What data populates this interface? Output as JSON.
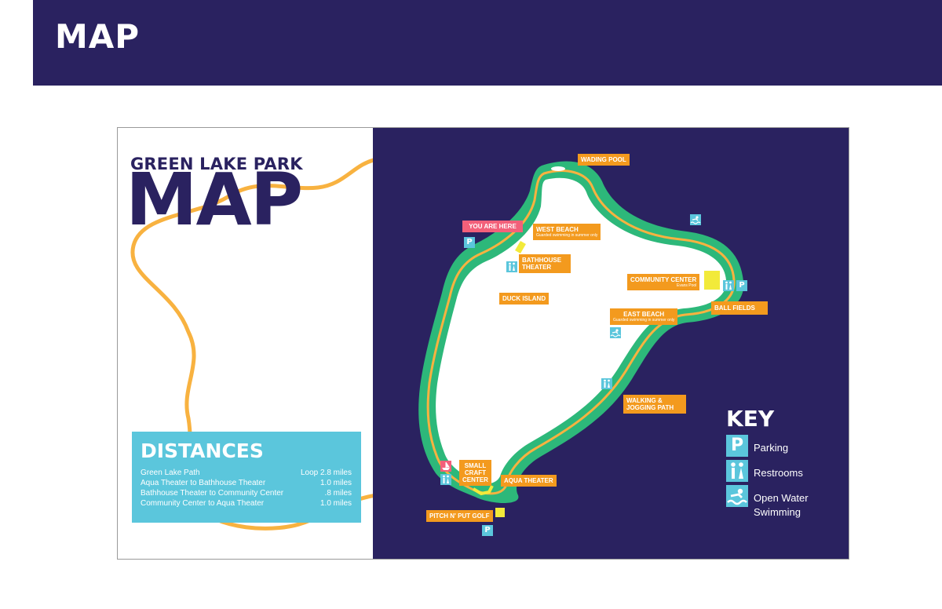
{
  "header": {
    "title": "MAP",
    "background": "#2a2260"
  },
  "poster": {
    "subtitle": "GREEN LAKE PARK",
    "big_title": "MAP",
    "distances": {
      "title": "DISTANCES",
      "rows": [
        {
          "route": "Green Lake Path",
          "distance": "Loop 2.8 miles"
        },
        {
          "route": "Aqua Theater to Bathhouse Theater",
          "distance": "1.0 miles"
        },
        {
          "route": "Bathhouse Theater to Community Center",
          "distance": ".8 miles"
        },
        {
          "route": "Community Center to Aqua Theater",
          "distance": "1.0 miles"
        }
      ]
    },
    "labels": {
      "wading_pool": "WADING POOL",
      "you_are_here": "YOU ARE HERE",
      "west_beach": "WEST BEACH",
      "west_beach_sub": "Guarded swimming in summer only",
      "bathhouse_1": "BATHHOUSE",
      "bathhouse_2": "THEATER",
      "community_center": "COMMUNITY CENTER",
      "community_center_sub": "Evans Pool",
      "duck_island": "DUCK ISLAND",
      "ball_fields": "BALL FIELDS",
      "east_beach": "EAST BEACH",
      "east_beach_sub": "Guarded swimming in summer only",
      "walking_1": "WALKING &",
      "walking_2": "JOGGING PATH",
      "small_craft_1": "SMALL",
      "small_craft_2": "CRAFT",
      "small_craft_3": "CENTER",
      "aqua_theater": "AQUA THEATER",
      "pitch_putt": "PITCH N' PUT GOLF"
    },
    "icons": {
      "parking_glyph": "P"
    },
    "key": {
      "title": "KEY",
      "items": [
        {
          "glyph": "P",
          "icon": "parking-icon",
          "label": "Parking"
        },
        {
          "icon": "restroom-icon",
          "label": "Restrooms"
        },
        {
          "icon": "swimming-icon",
          "label": "Open Water Swimming"
        }
      ]
    },
    "colors": {
      "navy": "#2a2260",
      "green": "#2db87a",
      "orange": "#f39a1e",
      "pink": "#f2607a",
      "cyan": "#5bc6dc",
      "yellow": "#f2ea3a",
      "path": "#f8b240"
    }
  }
}
